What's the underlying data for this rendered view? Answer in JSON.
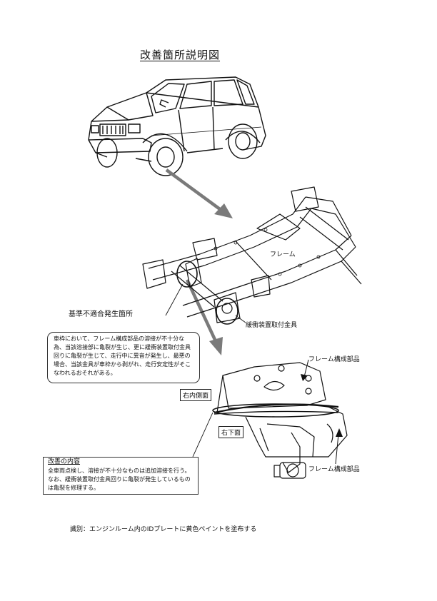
{
  "title": "改善箇所説明図",
  "labels": {
    "frame": "フレーム",
    "defect_location": "基準不適合発生箇所",
    "damper_bracket": "緩衝装置取付金具",
    "frame_member_top": "フレーム構成部品",
    "right_inner_side": "右内側面",
    "right_bottom": "右下面",
    "frame_member_bottom": "フレーム構成部品"
  },
  "defect_note": "車枠において、フレーム構成部品の溶接が不十分な為、当該溶接部に亀裂が生じ、更に緩衝装置取付金具回りに亀裂が生じて、走行中に異音が発生し、最悪の場合、当該金具が車枠から剥がれ、走行安定性がそこなわれるおそれがある。",
  "improvement": {
    "heading": "改善の内容",
    "body": "全車両点検し、溶接が不十分なものは追加溶接を行う。なお、緩衝装置取付金具回りに亀裂が発生しているものは亀裂を修理する。"
  },
  "footer": "識別：エンジンルーム内のIDプレートに黄色ペイントを塗布する",
  "colors": {
    "ink": "#111111",
    "arrow": "#7a7a7a",
    "paper": "#ffffff"
  }
}
